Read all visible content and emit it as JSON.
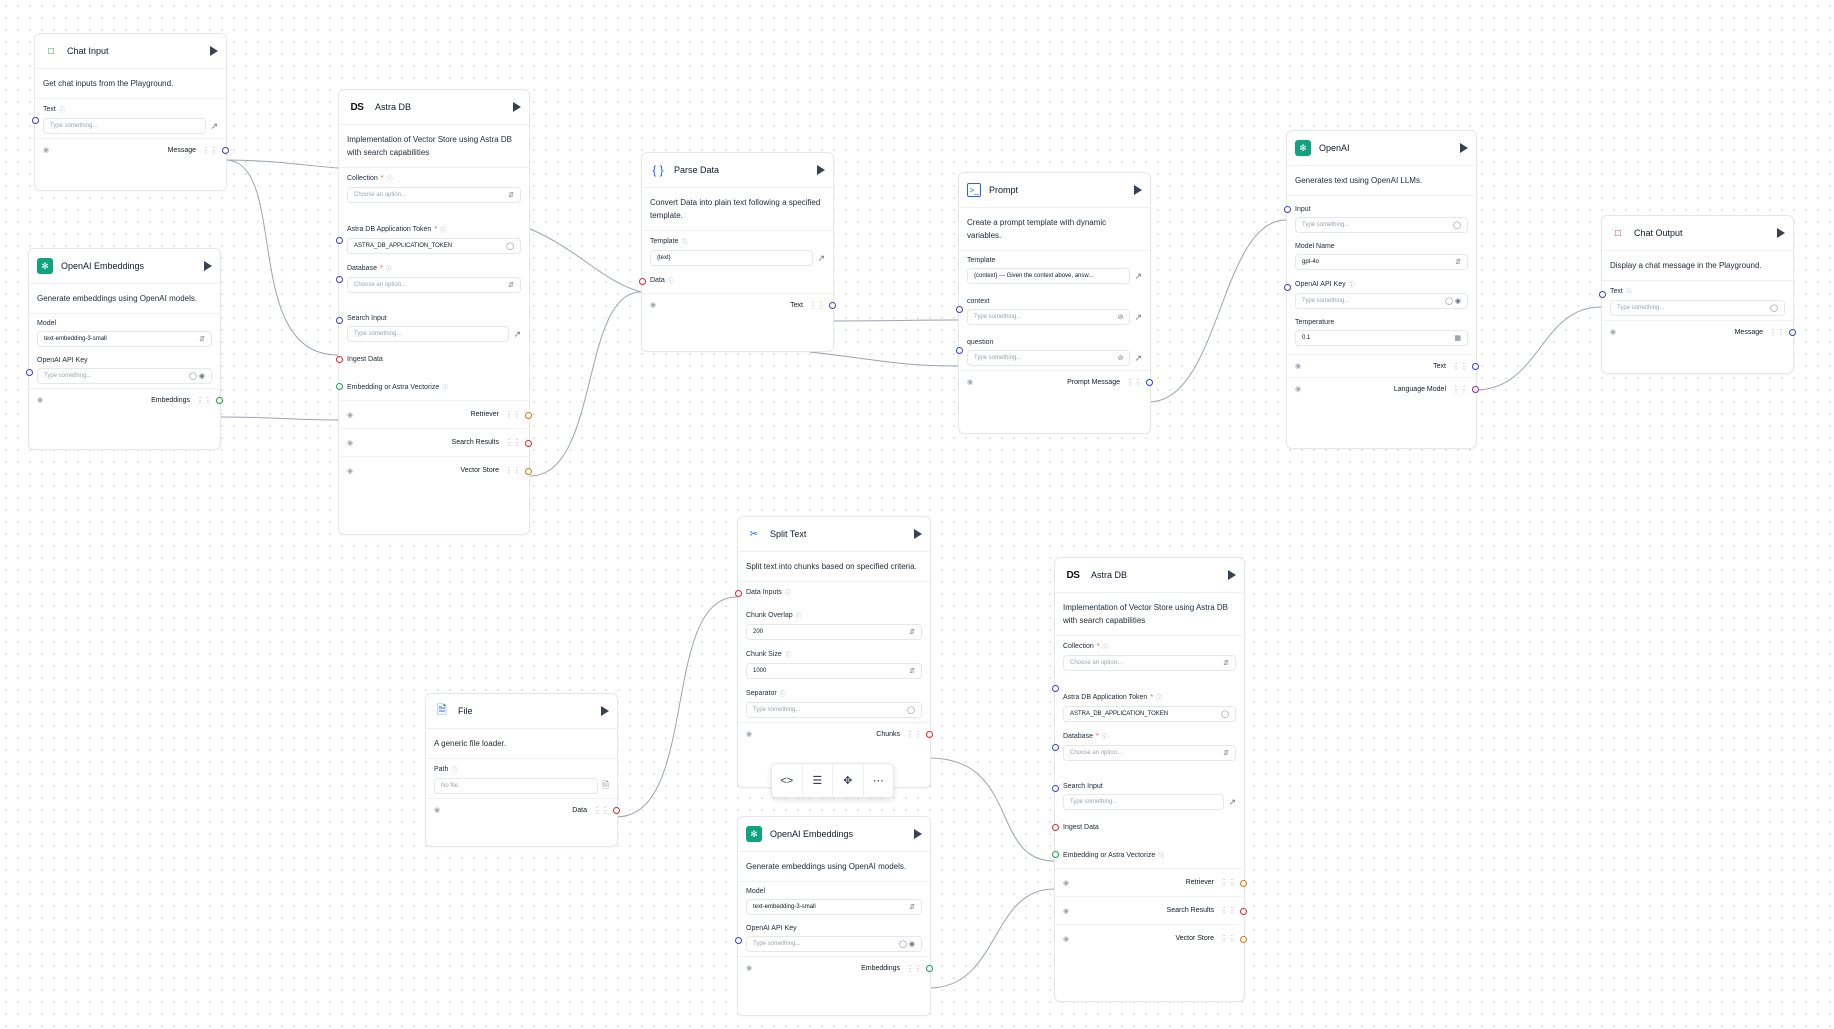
{
  "nodes": {
    "chat_input": {
      "title": "Chat Input",
      "desc": "Get chat inputs from the Playground.",
      "text_label": "Text",
      "text_placeholder": "Type something...",
      "out_label": "Message"
    },
    "openai_embeddings_1": {
      "title": "OpenAI Embeddings",
      "desc": "Generate embeddings using OpenAI models.",
      "model_label": "Model",
      "model_value": "text-embedding-3-small",
      "key_label": "OpenAI API Key",
      "key_placeholder": "Type something...",
      "out_label": "Embeddings"
    },
    "astra_db_1": {
      "title": "Astra DB",
      "desc": "Implementation of Vector Store using Astra DB with search capabilities",
      "collection_label": "Collection",
      "collection_placeholder": "Choose an option...",
      "token_label": "Astra DB Application Token",
      "token_value": "ASTRA_DB_APPLICATION_TOKEN",
      "database_label": "Database",
      "database_placeholder": "Choose an option...",
      "search_label": "Search Input",
      "search_placeholder": "Type something...",
      "ingest_label": "Ingest Data",
      "embedding_label": "Embedding or Astra Vectorize",
      "out_retriever": "Retriever",
      "out_search": "Search Results",
      "out_vector": "Vector Store"
    },
    "parse_data": {
      "title": "Parse Data",
      "desc": "Convert Data into plain text following a specified template.",
      "template_label": "Template",
      "template_value": "{text}",
      "data_label": "Data",
      "out_label": "Text"
    },
    "prompt": {
      "title": "Prompt",
      "desc": "Create a prompt template with dynamic variables.",
      "template_label": "Template",
      "template_value": "{context} --- Given the context above, answ...",
      "context_label": "context",
      "context_placeholder": "Type something...",
      "question_label": "question",
      "question_placeholder": "Type something...",
      "out_label": "Prompt Message"
    },
    "openai": {
      "title": "OpenAI",
      "desc": "Generates text using OpenAI LLMs.",
      "input_label": "Input",
      "input_placeholder": "Type something...",
      "model_label": "Model Name",
      "model_value": "gpt-4o",
      "key_label": "OpenAI API Key",
      "key_placeholder": "Type something...",
      "temp_label": "Temperature",
      "temp_value": "0.1",
      "out_text": "Text",
      "out_model": "Language Model"
    },
    "chat_output": {
      "title": "Chat Output",
      "desc": "Display a chat message in the Playground.",
      "text_label": "Text",
      "text_placeholder": "Type something...",
      "out_label": "Message"
    },
    "split_text": {
      "title": "Split Text",
      "desc": "Split text into chunks based on specified criteria.",
      "data_label": "Data Inputs",
      "overlap_label": "Chunk Overlap",
      "overlap_value": "200",
      "size_label": "Chunk Size",
      "size_value": "1000",
      "sep_label": "Separator",
      "sep_placeholder": "Type something...",
      "out_label": "Chunks"
    },
    "file": {
      "title": "File",
      "desc": "A generic file loader.",
      "path_label": "Path",
      "path_value": "No file",
      "out_label": "Data"
    },
    "openai_embeddings_2": {
      "title": "OpenAI Embeddings",
      "desc": "Generate embeddings using OpenAI models.",
      "model_label": "Model",
      "model_value": "text-embedding-3-small",
      "key_label": "OpenAI API Key",
      "key_placeholder": "Type something...",
      "out_label": "Embeddings"
    },
    "astra_db_2": {
      "title": "Astra DB",
      "desc": "Implementation of Vector Store using Astra DB with search capabilities",
      "collection_label": "Collection",
      "collection_placeholder": "Choose an option...",
      "token_label": "Astra DB Application Token",
      "token_value": "ASTRA_DB_APPLICATION_TOKEN",
      "database_label": "Database",
      "database_placeholder": "Choose an option...",
      "search_label": "Search Input",
      "search_placeholder": "Type something...",
      "ingest_label": "Ingest Data",
      "embedding_label": "Embedding or Astra Vectorize",
      "out_retriever": "Retriever",
      "out_search": "Search Results",
      "out_vector": "Vector Store"
    }
  },
  "toolbar": {
    "buttons": [
      "code-icon",
      "sliders-icon",
      "freeze-icon",
      "more-icon"
    ]
  },
  "colors": {
    "edge": "#9ca3af",
    "handle_blue": "#3b3bd6",
    "handle_red": "#dc2626",
    "handle_green": "#16a34a",
    "openai_green": "#10a37f"
  }
}
